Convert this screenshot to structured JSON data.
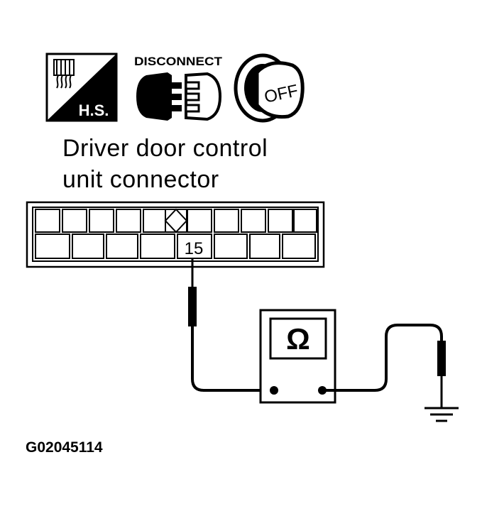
{
  "icons": {
    "harness_side": {
      "name": "harness-side-icon",
      "label": "H.S."
    },
    "disconnect": {
      "name": "disconnect-icon",
      "label": "DISCONNECT"
    },
    "ignition": {
      "name": "ignition-key-off-icon",
      "label": "OFF"
    }
  },
  "title": {
    "line1": "Driver door control",
    "line2": "unit connector"
  },
  "connector": {
    "pin_label": "15"
  },
  "meter": {
    "symbol": "Ω",
    "icon": "ohmmeter-icon"
  },
  "ground": {
    "icon": "ground-symbol-icon"
  },
  "figure_id": "G02045114",
  "colors": {
    "ink": "#000000",
    "paper": "#ffffff"
  }
}
